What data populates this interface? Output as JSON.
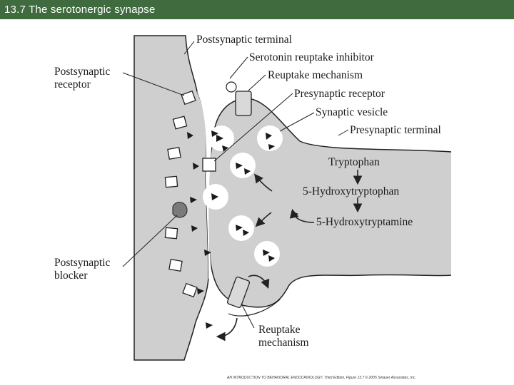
{
  "slide": {
    "title": "13.7  The serotonergic synapse",
    "colors": {
      "title_bar": "#3f6b3f",
      "membrane": "#cfcfcf",
      "line": "#222222"
    }
  },
  "labels": {
    "postsynaptic_terminal": "Postsynaptic terminal",
    "serotonin_reuptake_inhibitor": "Serotonin reuptake inhibitor",
    "reuptake_mechanism_top": "Reuptake mechanism",
    "presynaptic_receptor": "Presynaptic receptor",
    "synaptic_vesicle": "Synaptic vesicle",
    "presynaptic_terminal": "Presynaptic terminal",
    "postsynaptic_receptor": [
      "Postsynaptic",
      "receptor"
    ],
    "postsynaptic_blocker": [
      "Postsynaptic",
      "blocker"
    ],
    "reuptake_mechanism_bottom": [
      "Reuptake",
      "mechanism"
    ]
  },
  "pathway": {
    "steps": [
      "Tryptophan",
      "5-Hydroxytryptophan",
      "5-Hydroxytryptamine"
    ]
  },
  "credit": "AN INTRODUCTION TO BEHAVIORAL ENDOCRINOLOGY, Third Edition, Figure 13.7  © 2005 Sinauer Associates, Inc."
}
